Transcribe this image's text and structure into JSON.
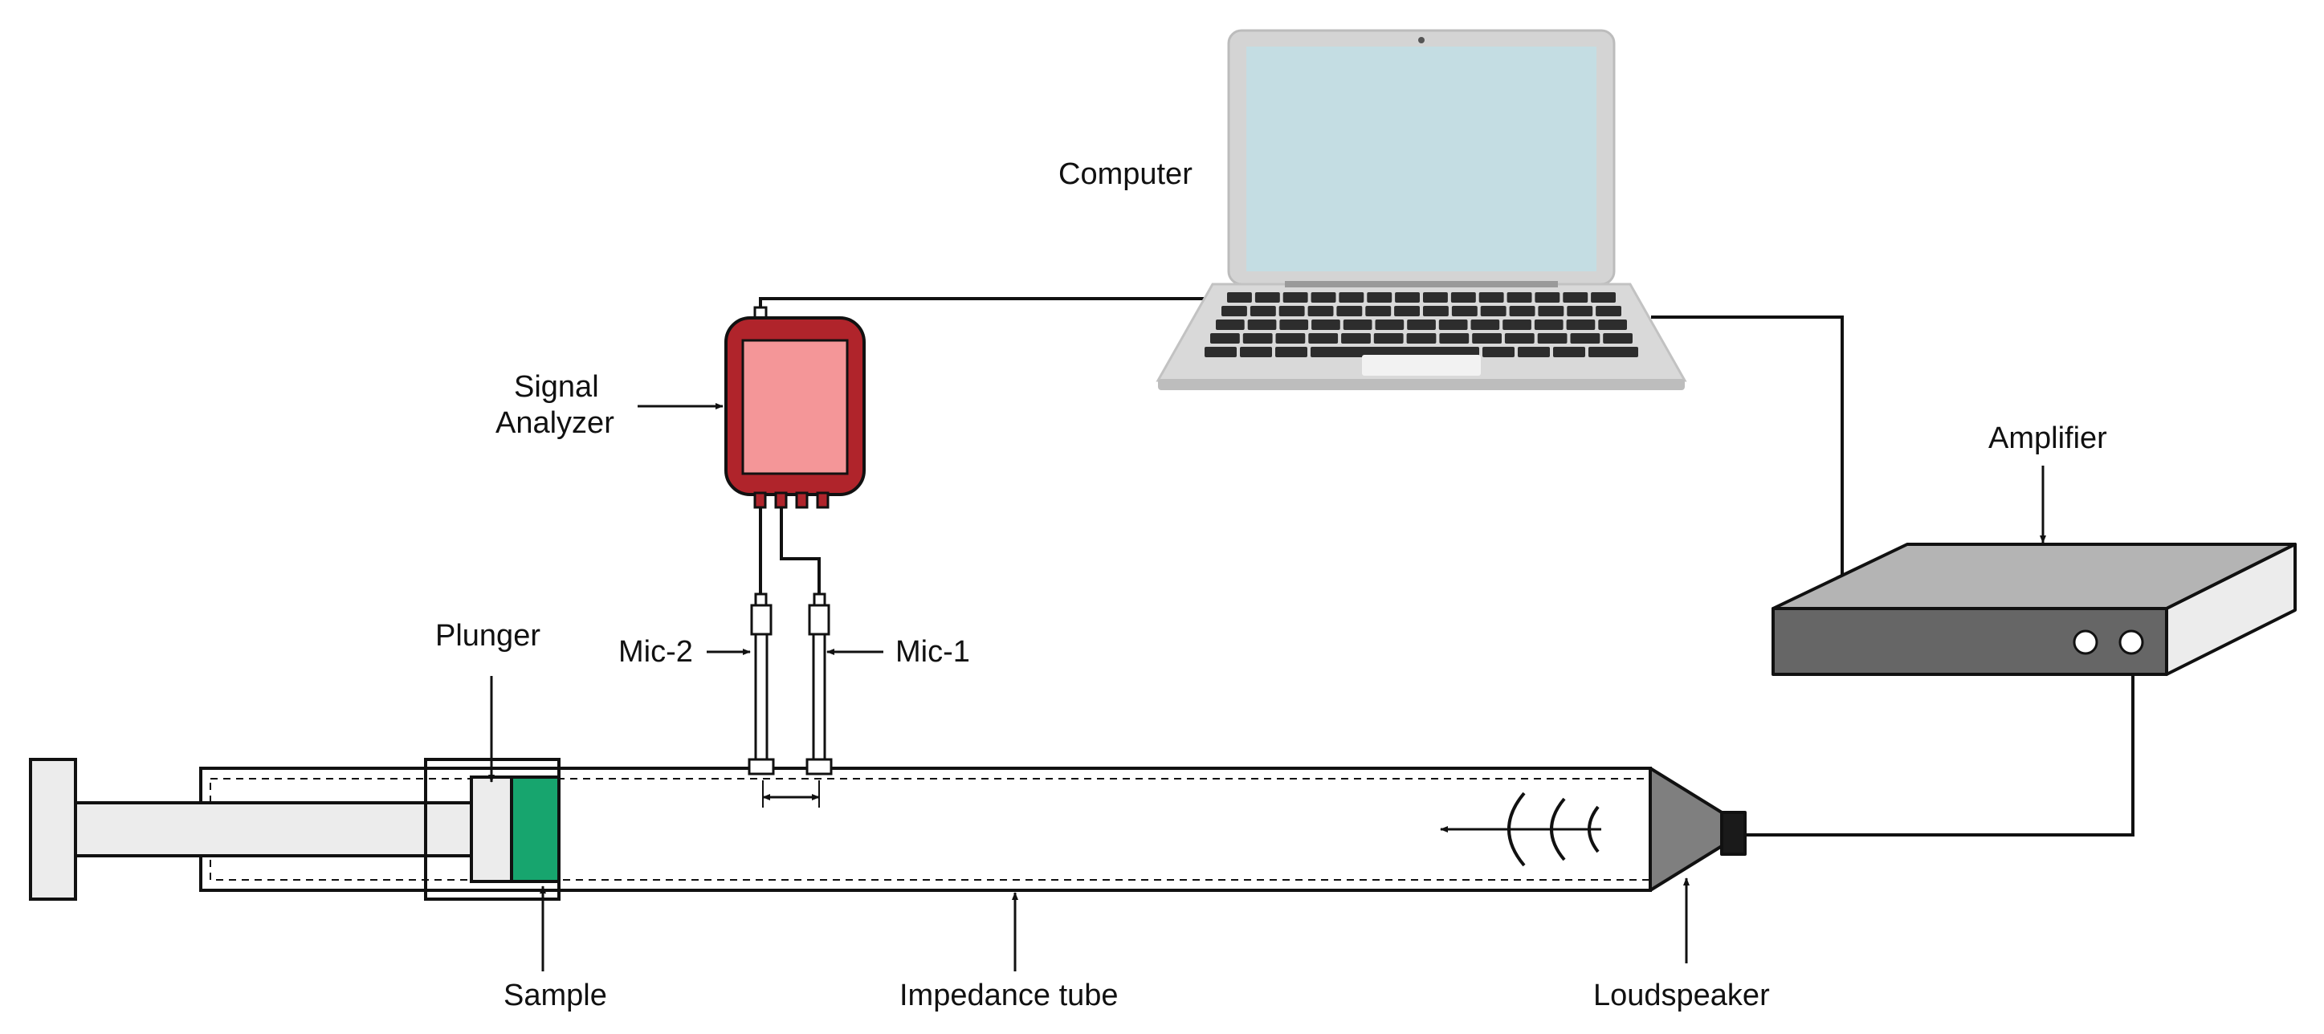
{
  "labels": {
    "computer": "Computer",
    "signal_analyzer_line1": "Signal",
    "signal_analyzer_line2": "Analyzer",
    "amplifier": "Amplifier",
    "plunger": "Plunger",
    "mic2": "Mic-2",
    "mic1": "Mic-1",
    "sample": "Sample",
    "impedance_tube": "Impedance tube",
    "loudspeaker": "Loudspeaker"
  },
  "colors": {
    "laptop_body": "#d4d4d4",
    "laptop_screen": "#c4dde3",
    "analyzer_body": "#b0242b",
    "analyzer_screen": "#f49698",
    "amplifier_top": "#b4b4b4",
    "amplifier_front": "#666666",
    "amplifier_side": "#ececec",
    "sample": "#17a56e",
    "speaker": "#7f7f7f",
    "tube_fill": "#ffffff",
    "plunger_fill": "#ececec",
    "line": "#111111"
  }
}
